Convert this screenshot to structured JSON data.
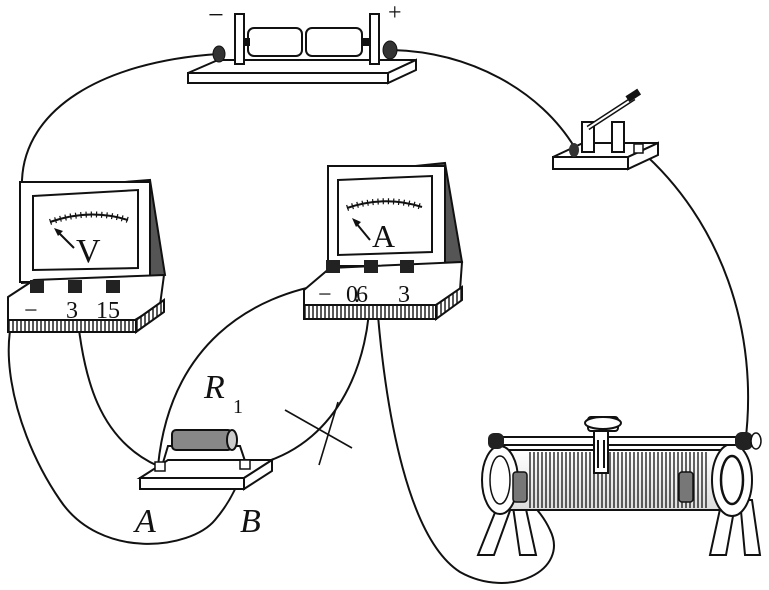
{
  "battery": {
    "neg_sign": "−",
    "pos_sign": "+"
  },
  "voltmeter": {
    "symbol": "V",
    "terminals": [
      "−",
      "3",
      "15"
    ]
  },
  "ammeter": {
    "symbol": "A",
    "terminals": [
      "−",
      "0.6",
      "3"
    ]
  },
  "resistor": {
    "label": "R",
    "subscript": "1",
    "end_a": "A",
    "end_b": "B"
  }
}
